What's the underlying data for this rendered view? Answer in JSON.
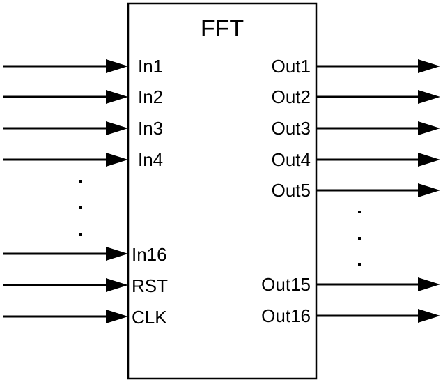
{
  "block": {
    "title": "FFT"
  },
  "inputs": [
    "In1",
    "In2",
    "In3",
    "In4",
    "In16",
    "RST",
    "CLK"
  ],
  "outputs": [
    "Out1",
    "Out2",
    "Out3",
    "Out4",
    "Out5",
    "Out15",
    "Out16"
  ],
  "colors": {
    "line": "#000000",
    "background": "#ffffff"
  }
}
